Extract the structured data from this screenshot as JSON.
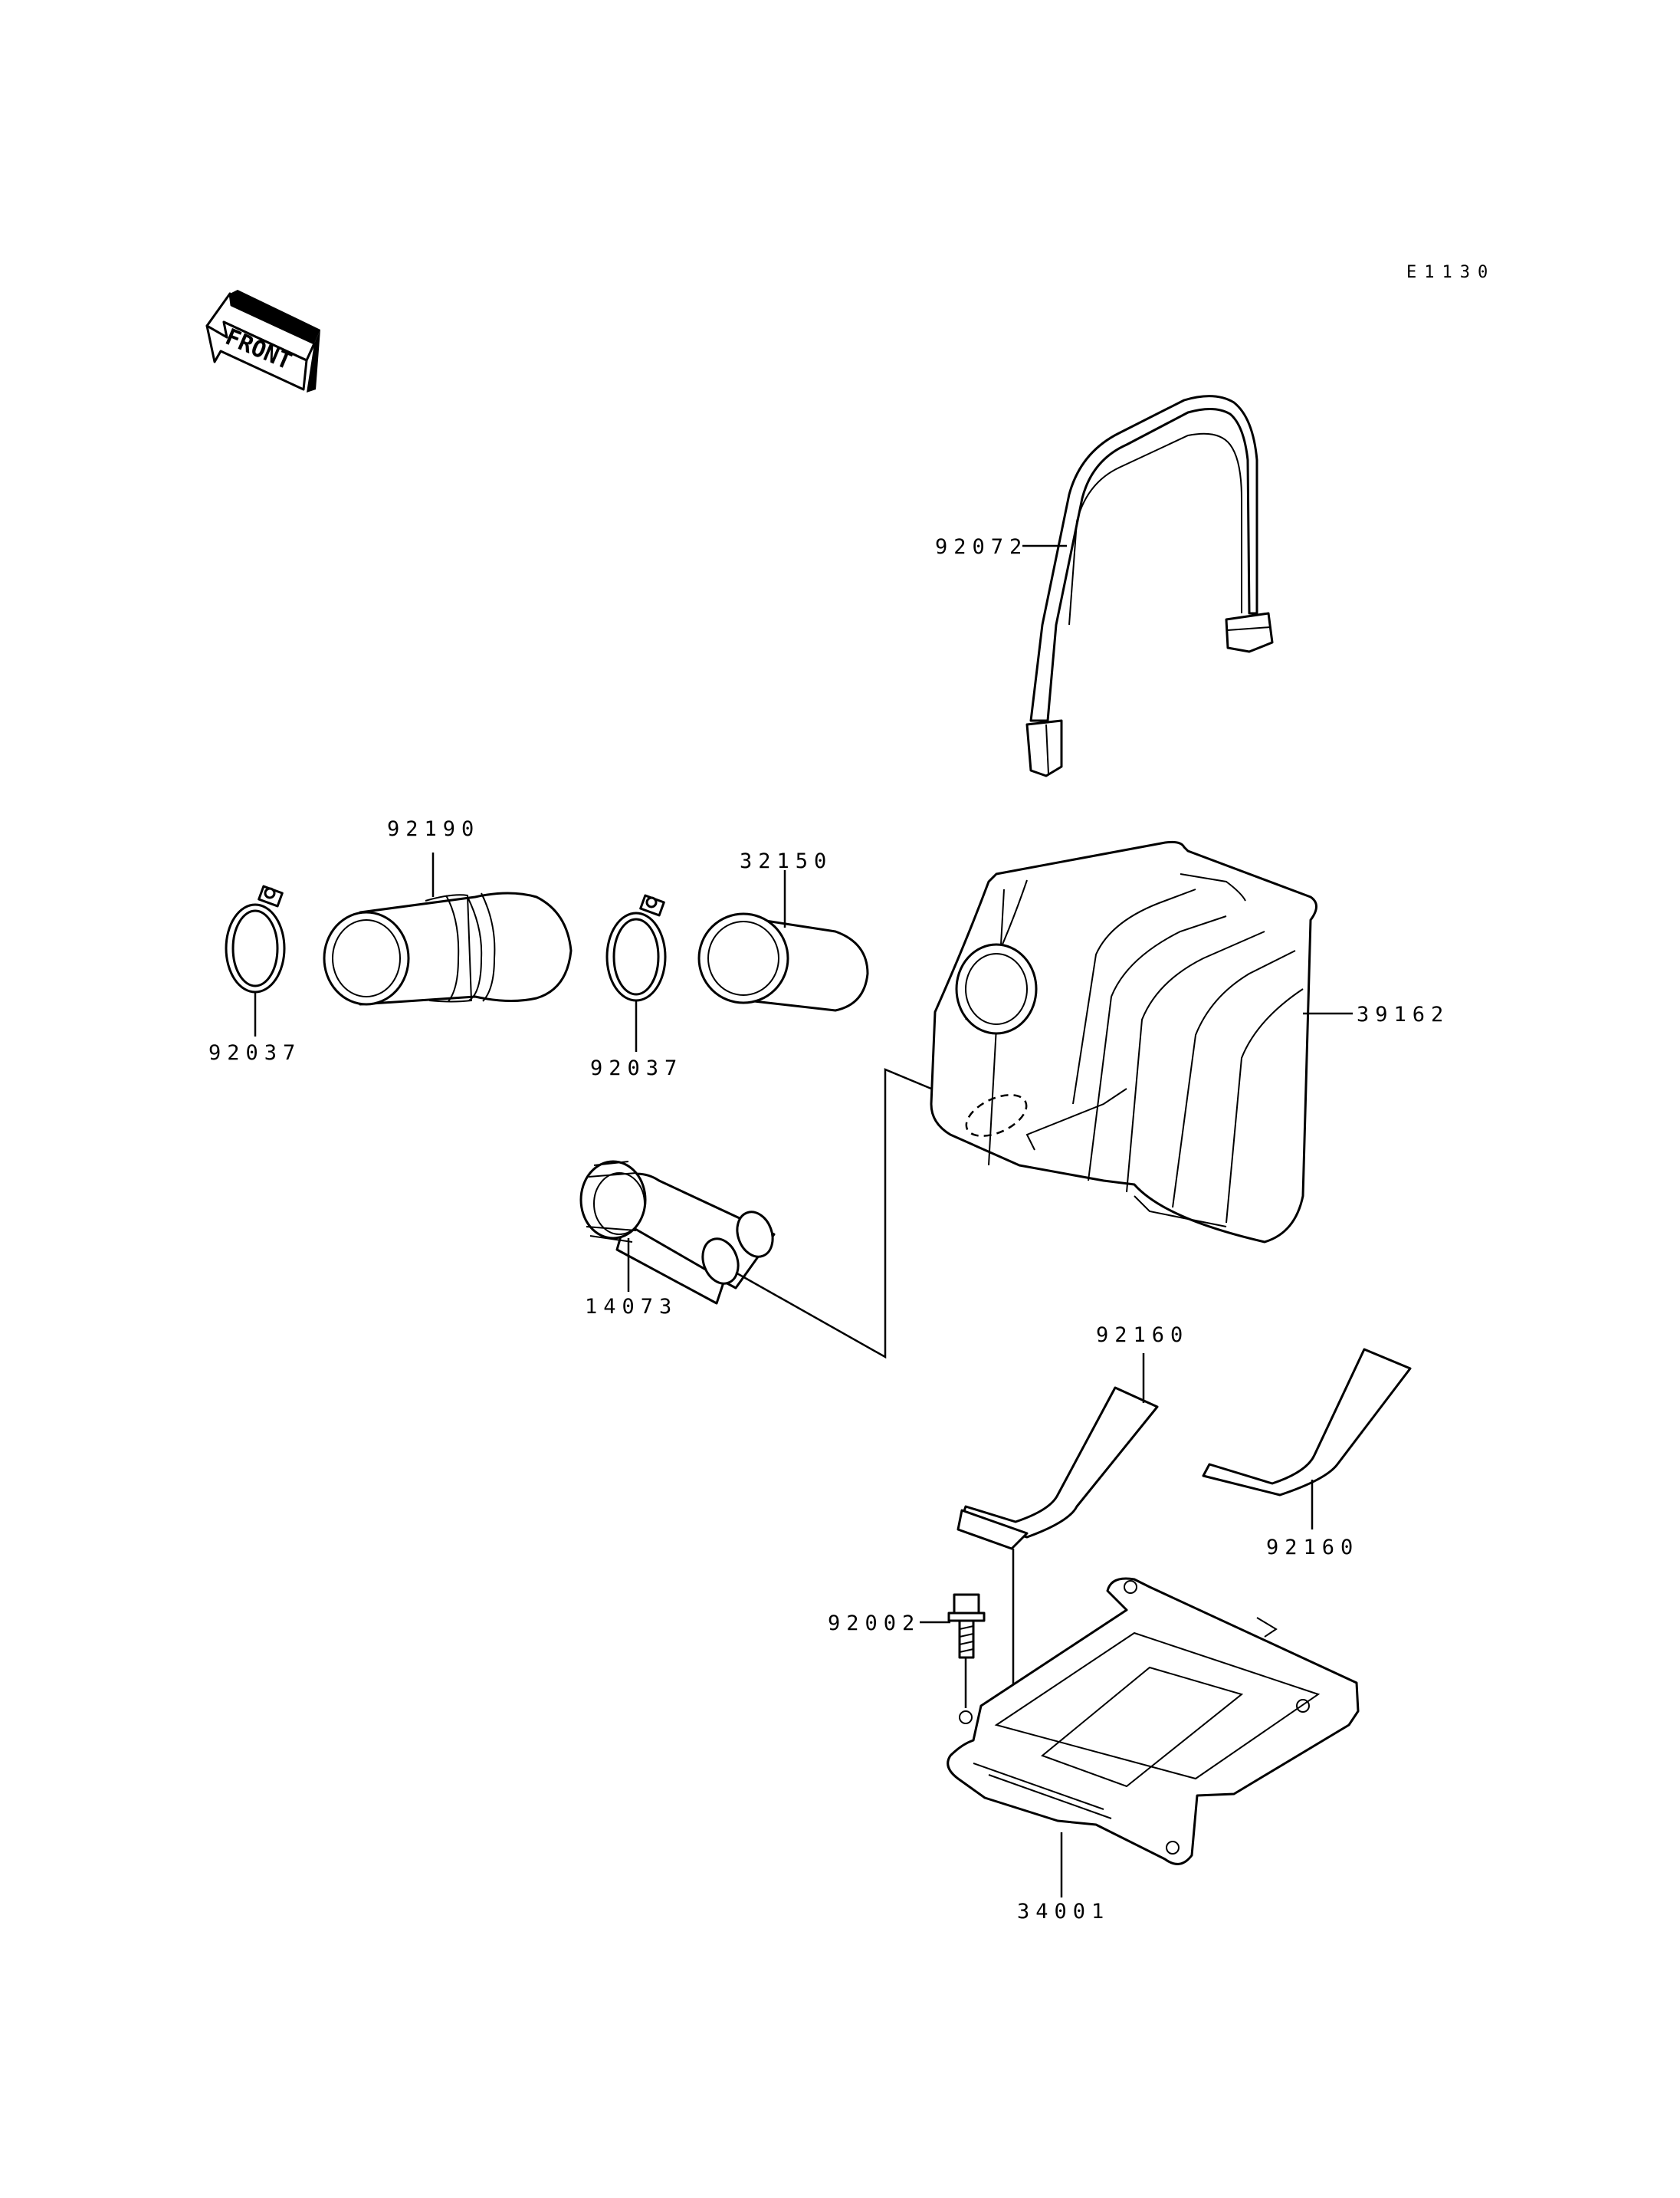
{
  "diagram_code": "E1130",
  "front_label": "FRONT",
  "parts": {
    "p92072": "92072",
    "p92190": "92190",
    "p32150": "32150",
    "p39162": "39162",
    "p92037_left": "92037",
    "p92037_mid": "92037",
    "p14073": "14073",
    "p92160_top": "92160",
    "p92160_right": "92160",
    "p92002": "92002",
    "p34001": "34001"
  }
}
